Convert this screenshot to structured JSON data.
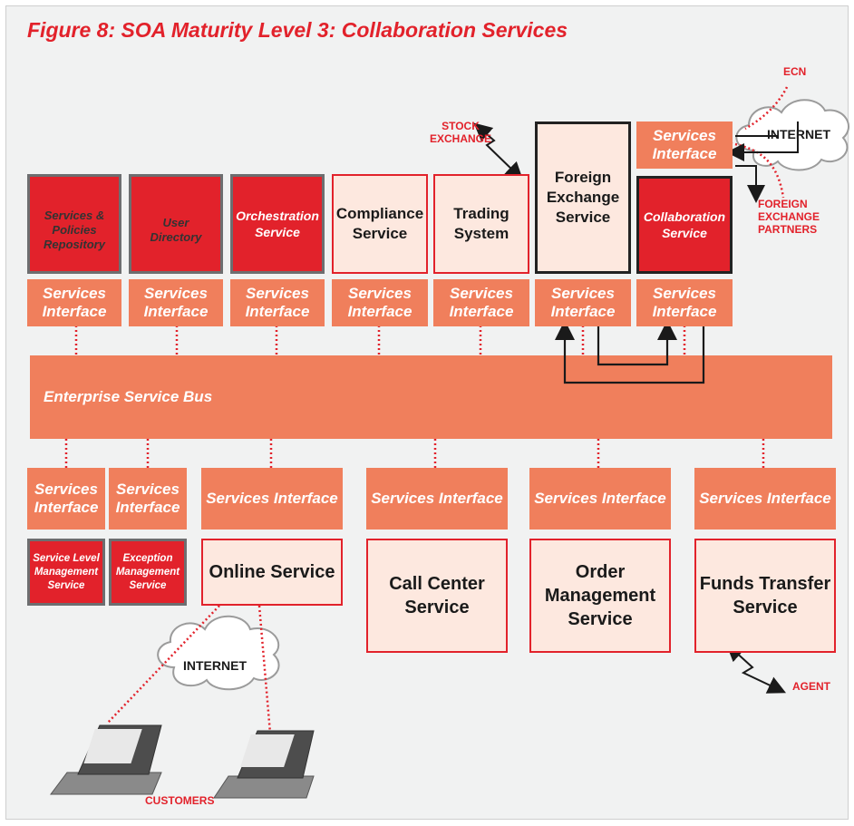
{
  "title": "Figure 8: SOA Maturity Level 3: Collaboration Services",
  "bus": {
    "label": "Enterprise Service Bus"
  },
  "interface_label": "Services Interface",
  "top_services": {
    "repository": "Services & Policies Repository",
    "user_directory": "User Directory",
    "orchestration": "Orchestration Service",
    "compliance": "Compliance Service",
    "trading": "Trading System",
    "foreign_exchange": "Foreign Exchange Service",
    "collaboration": "Collaboration Service"
  },
  "bottom_services": {
    "service_level": "Service Level Management Service",
    "exception": "Exception Management Service",
    "online": "Online Service",
    "call_center": "Call Center Service",
    "order_management": "Order Management Service",
    "funds_transfer": "Funds Transfer Service"
  },
  "external": {
    "ecn": "ECN",
    "stock_exchange": "STOCK EXCHANGE",
    "internet_top": "INTERNET",
    "fx_partners": "FOREIGN EXCHANGE PARTNERS",
    "internet_bottom": "INTERNET",
    "agent": "AGENT",
    "customers": "CUSTOMERS"
  },
  "colors": {
    "accent_red": "#e2222b",
    "interface_salmon": "#f07f5c",
    "service_pink": "#fde8df",
    "background": "#f1f2f2"
  }
}
